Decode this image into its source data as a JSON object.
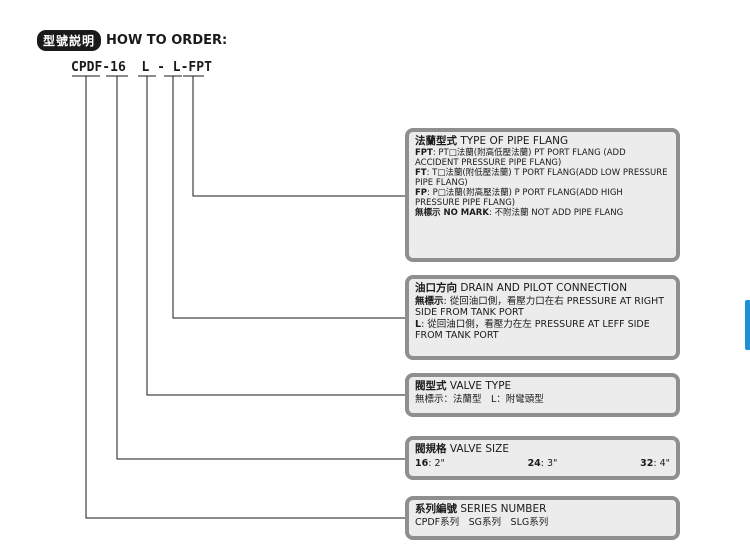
{
  "header": {
    "badge": "型號説明",
    "title": "HOW TO ORDER:"
  },
  "code": {
    "series": "CPDF-",
    "size": "16",
    "type": "L",
    "sep": "-",
    "conn": "L-",
    "flange": "FPT"
  },
  "flange_box": {
    "title_cn": "法蘭型式",
    "title_en": "TYPE OF PIPE FLANG",
    "items": [
      {
        "code": "FPT",
        "text": ": PT□法蘭(附高低壓法蘭) PT PORT FLANG (ADD ACCIDENT PRESSURE PIPE FLANG)"
      },
      {
        "code": "FT",
        "text": ": T□法蘭(附低壓法蘭) T PORT FLANG(ADD LOW PRESSURE PIPE FLANG)"
      },
      {
        "code": "FP",
        "text": ": P□法蘭(附高壓法蘭) P PORT FLANG(ADD HIGH PRESSURE PIPE FLANG)"
      },
      {
        "code": "無標示 NO MARK",
        "text": ": 不附法蘭 NOT ADD PIPE FLANG"
      }
    ]
  },
  "drain_box": {
    "title_cn": "油口方向",
    "title_en": "DRAIN AND PILOT CONNECTION",
    "items": [
      {
        "code": "無標示",
        "text": ": 從回油口側，看壓力口在右 PRESSURE AT RIGHT SIDE FROM TANK PORT"
      },
      {
        "code": "L",
        "text": ": 從回油口側，看壓力在左 PRESSURE AT LEFF SIDE FROM TANK PORT"
      }
    ]
  },
  "valve_type_box": {
    "title_cn": "閥型式",
    "title_en": "VALVE TYPE",
    "line": "無標示：法蘭型　L：附彎頭型"
  },
  "valve_size_box": {
    "title_cn": "閥規格",
    "title_en": "VALVE SIZE",
    "sizes": [
      {
        "code": "16",
        "value": ": 2\""
      },
      {
        "code": "24",
        "value": ": 3\""
      },
      {
        "code": "32",
        "value": ": 4\""
      }
    ]
  },
  "series_box": {
    "title_cn": "系列編號",
    "title_en": "SERIES NUMBER",
    "line": "CPDF系列　SG系列　SLG系列"
  },
  "colors": {
    "box_fill": "#ececec",
    "box_border": "#8f8f8f",
    "accent_tab": "#1f8ed8"
  }
}
